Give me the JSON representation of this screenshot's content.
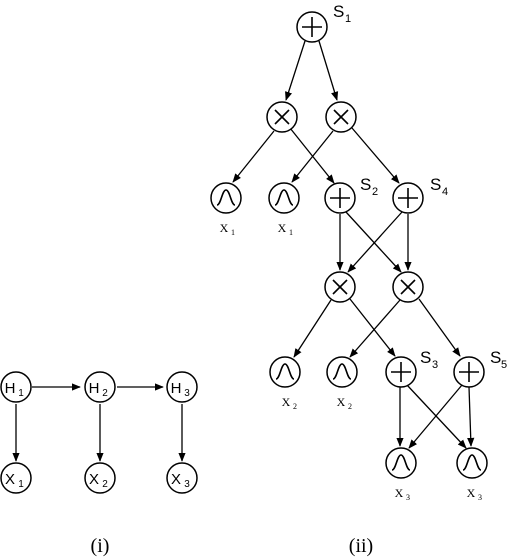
{
  "panel_i": {
    "caption": "(i)",
    "hidden_nodes": [
      {
        "letter": "H",
        "sub": "1"
      },
      {
        "letter": "H",
        "sub": "2"
      },
      {
        "letter": "H",
        "sub": "3"
      }
    ],
    "observed_nodes": [
      {
        "letter": "X",
        "sub": "1"
      },
      {
        "letter": "X",
        "sub": "2"
      },
      {
        "letter": "X",
        "sub": "3"
      }
    ]
  },
  "panel_ii": {
    "caption": "(ii)",
    "sum_labels": [
      {
        "letter": "S",
        "sub": "1"
      },
      {
        "letter": "S",
        "sub": "2"
      },
      {
        "letter": "S",
        "sub": "4"
      },
      {
        "letter": "S",
        "sub": "3"
      },
      {
        "letter": "S",
        "sub": "5"
      }
    ],
    "leaf_labels": [
      {
        "letter": "X",
        "sub": "1"
      },
      {
        "letter": "X",
        "sub": "1"
      },
      {
        "letter": "X",
        "sub": "2"
      },
      {
        "letter": "X",
        "sub": "2"
      },
      {
        "letter": "X",
        "sub": "3"
      },
      {
        "letter": "X",
        "sub": "3"
      }
    ]
  }
}
